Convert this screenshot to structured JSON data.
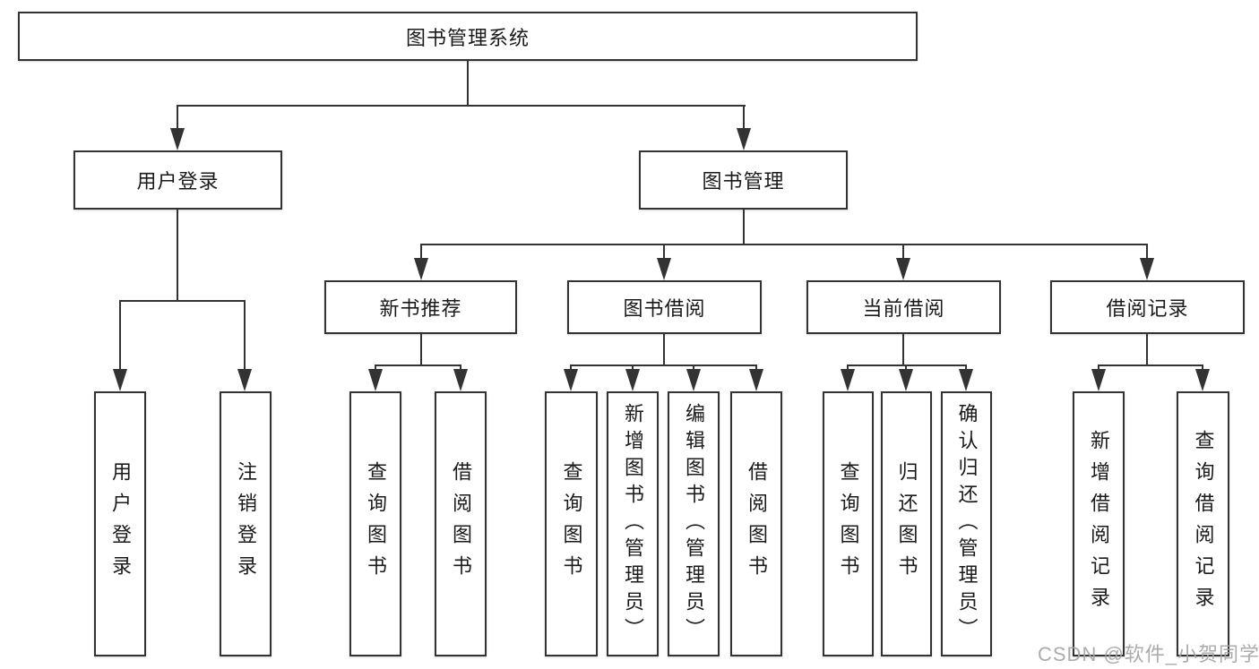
{
  "diagram": {
    "root": {
      "label": "图书管理系统"
    },
    "level2": [
      {
        "label": "用户登录",
        "children": [
          "用户登录",
          "注销登录"
        ]
      },
      {
        "label": "图书管理",
        "children": [
          {
            "label": "新书推荐",
            "children": [
              "查询图书",
              "借阅图书"
            ]
          },
          {
            "label": "图书借阅",
            "children": [
              "查询图书",
              "新增图书（管理员）",
              "编辑图书（管理员）",
              "借阅图书"
            ]
          },
          {
            "label": "当前借阅",
            "children": [
              "查询图书",
              "归还图书",
              "确认归还（管理员）"
            ]
          },
          {
            "label": "借阅记录",
            "children": [
              "新增借阅记录",
              "查询借阅记录"
            ]
          }
        ]
      }
    ]
  },
  "watermark": {
    "text": "CSDN @软件_小贺同学"
  },
  "colors": {
    "line": "#333333",
    "box_border": "#333333",
    "text": "#1a1a1a",
    "watermark": "#a5a5a5",
    "background": "#ffffff"
  }
}
